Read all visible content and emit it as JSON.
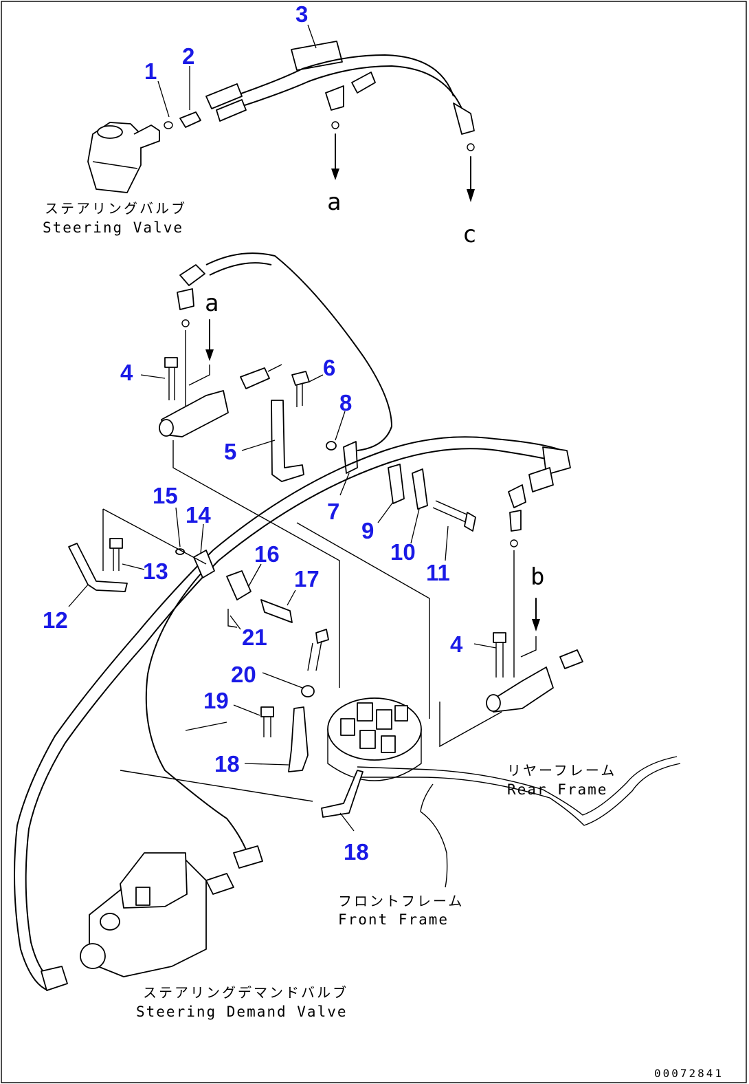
{
  "callouts": [
    "1",
    "2",
    "3",
    "4",
    "4",
    "5",
    "6",
    "7",
    "8",
    "9",
    "10",
    "11",
    "12",
    "13",
    "14",
    "15",
    "16",
    "17",
    "18",
    "18",
    "19",
    "20",
    "21"
  ],
  "labels": {
    "steering_valve_jp": "ステアリングバルブ",
    "steering_valve_en": "Steering Valve",
    "rear_frame_jp": "リヤーフレーム",
    "rear_frame_en": "Rear Frame",
    "front_frame_jp": "フロントフレーム",
    "front_frame_en": "Front Frame",
    "demand_valve_jp": "ステアリングデマンドバルブ",
    "demand_valve_en": "Steering Demand Valve"
  },
  "arrow_marks": {
    "a_top": "a",
    "c_top": "c",
    "a_mid": "a",
    "b_right": "b"
  },
  "doc_id": "00072841"
}
